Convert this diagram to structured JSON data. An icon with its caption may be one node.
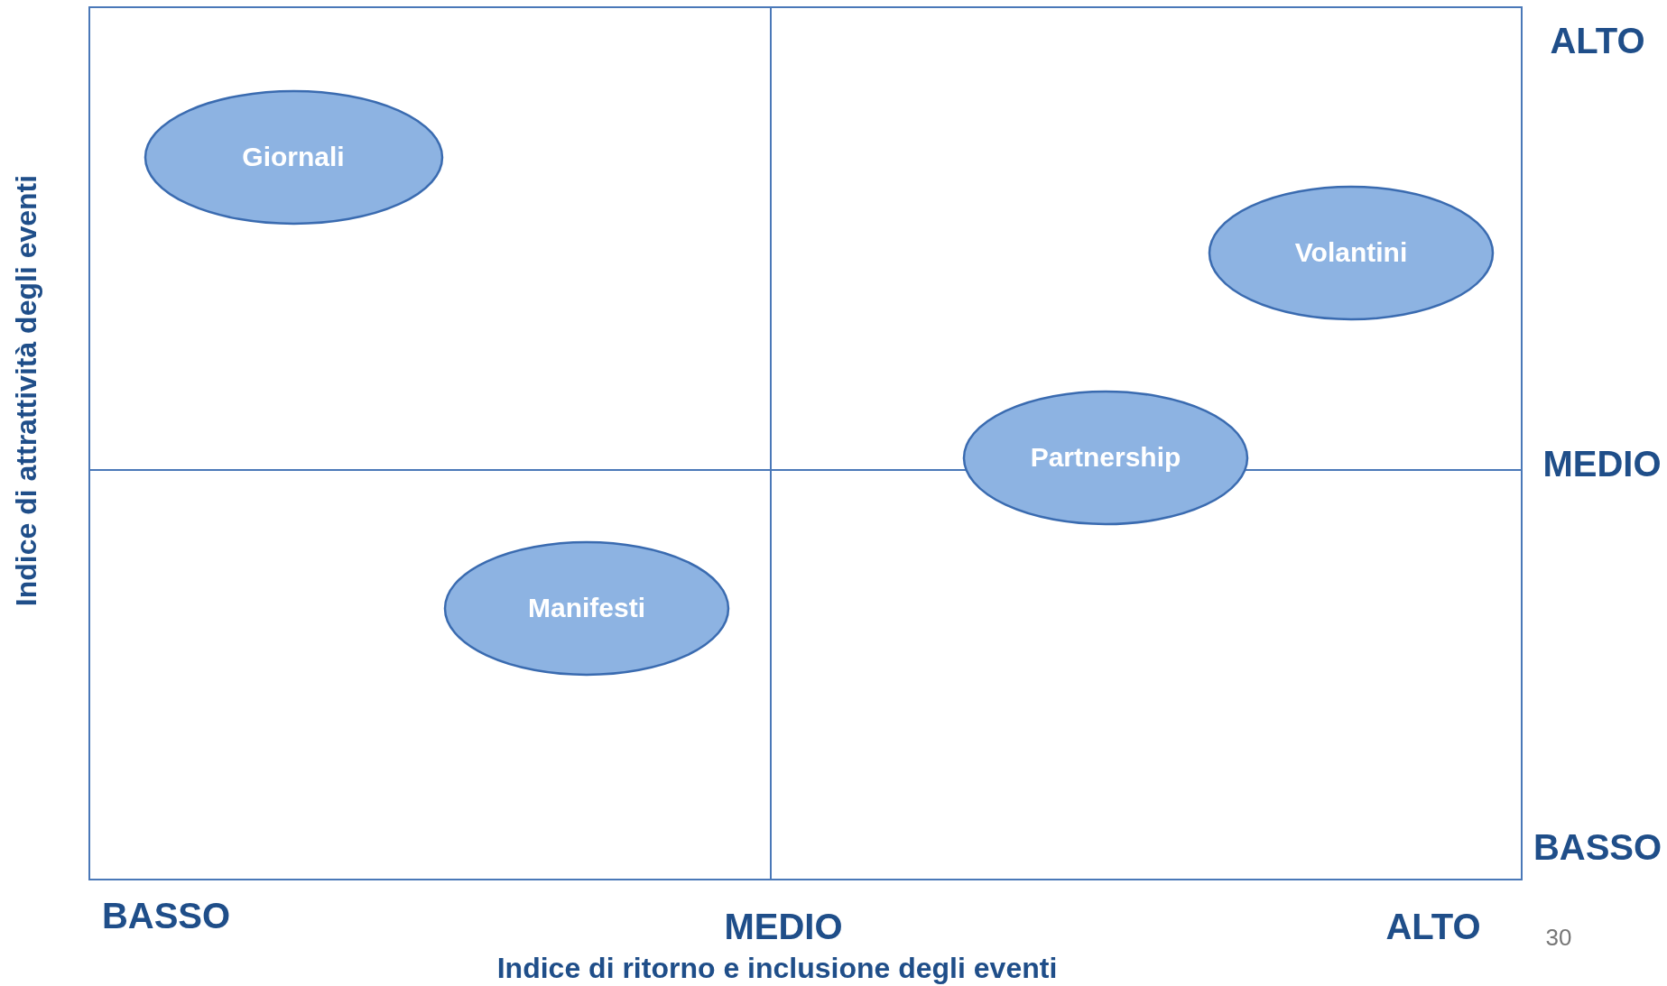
{
  "diagram": {
    "nodes": [
      {
        "text": [
          "Giornali"
        ]
      },
      {
        "text": [
          "Volantini"
        ]
      },
      {
        "text": [
          "Partnership"
        ]
      },
      {
        "text": [
          "Manifesti"
        ]
      }
    ],
    "labels": [
      "ALTO",
      "Indice di attrattività degli eventi",
      "MEDIO",
      "BASSO",
      "BASSO",
      "MEDIO",
      "ALTO",
      "30",
      "Indice di ritorno e inclusione degli eventi"
    ]
  }
}
